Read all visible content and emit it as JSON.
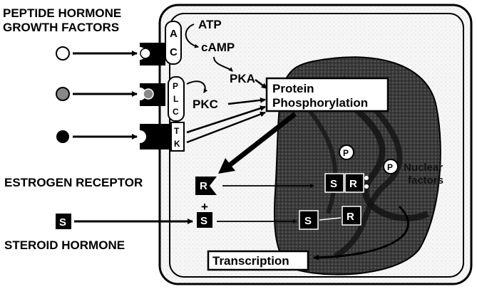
{
  "labels": {
    "peptide_line1": "PEPTIDE HORMONE",
    "peptide_line2": "GROWTH FACTORS",
    "atp": "ATP",
    "camp": "cAMP",
    "pka": "PKA",
    "pkc": "PKC",
    "protein_line1": "Protein",
    "protein_line2": "Phosphorylation",
    "estrogen_receptor": "ESTROGEN RECEPTOR",
    "steroid_hormone": "STEROID HORMONE",
    "transcription": "Transcription",
    "nuclear_line1": "Nuclear",
    "nuclear_line2": "factors",
    "plus": "+"
  },
  "receptor_labels": {
    "ac_a": "A",
    "ac_c": "C",
    "plc_p": "P",
    "plc_l": "L",
    "plc_c": "C",
    "tk_t": "T",
    "tk_k": "K"
  },
  "markers": {
    "r": "R",
    "s": "S",
    "p": "P"
  }
}
